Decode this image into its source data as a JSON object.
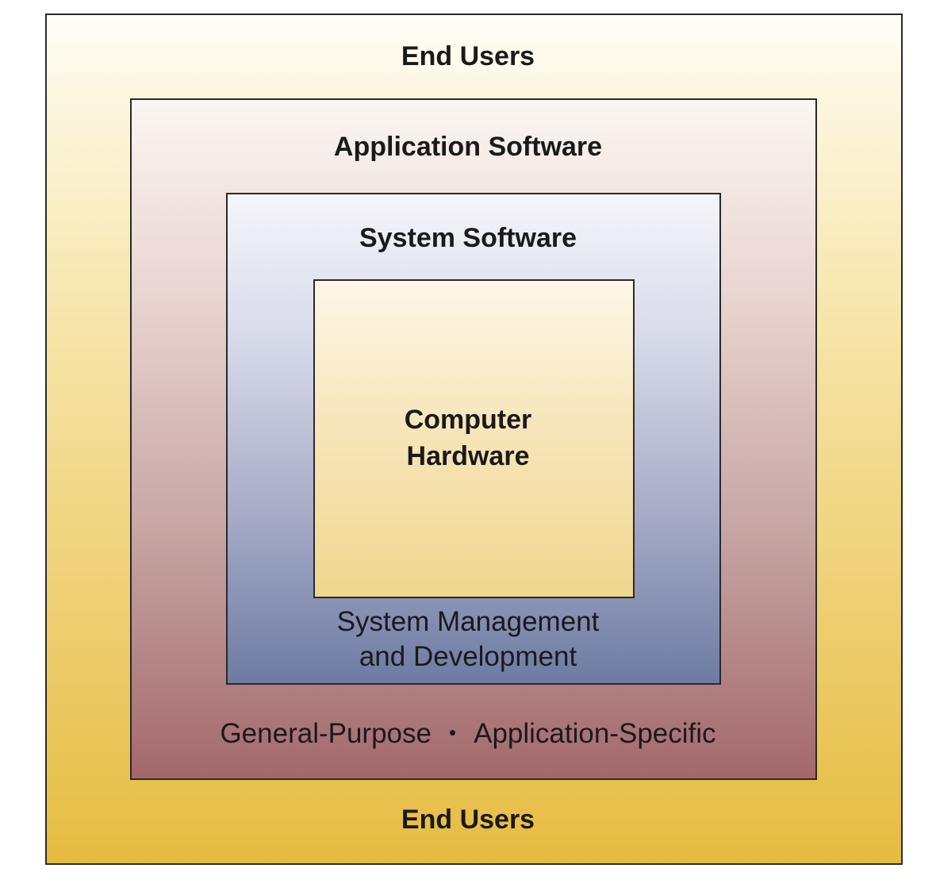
{
  "layers": {
    "end_users_top": "End Users",
    "end_users_bottom": "End Users",
    "application_software": {
      "title": "Application Software",
      "categories": [
        "General-Purpose",
        "Application-Specific"
      ],
      "separator": "•"
    },
    "system_software": {
      "title": "System Software",
      "note_lines": [
        "System Management",
        "and Development"
      ]
    },
    "computer_hardware": {
      "title_lines": [
        "Computer",
        "Hardware"
      ]
    }
  },
  "colors": {
    "end_users_layer": "#e6bc40",
    "application_layer": "#a3686b",
    "system_layer": "#6d7ba3",
    "hardware_layer": "#f0d68e",
    "border": "#2a2a2a"
  }
}
